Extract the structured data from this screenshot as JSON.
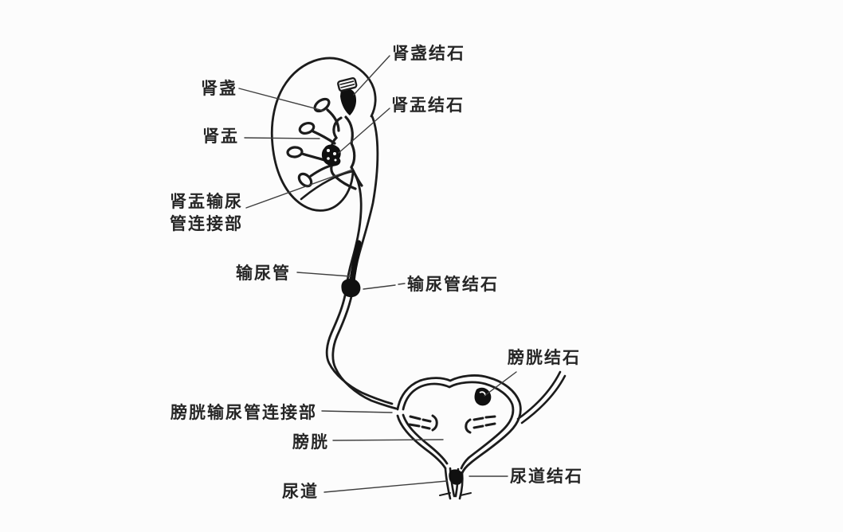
{
  "colors": {
    "background": "#fcfcfc",
    "ink": "#1c1c1c",
    "label_text": "#262626",
    "leader_line": "#3f3f3f",
    "stone_fill": "#101010"
  },
  "diagram_title": "",
  "labels": {
    "calyx_stone": "肾盏结石",
    "calyx": "肾盏",
    "pelvis_stone": "肾盂结石",
    "pelvis": "肾盂",
    "upj": "肾盂输尿\n管连接部",
    "ureter": "输尿管",
    "ureter_stone": "输尿管结石",
    "bladder_stone": "膀胱结石",
    "vuj": "膀胱输尿管连接部",
    "bladder": "膀胱",
    "urethra_stone": "尿道结石",
    "urethra": "尿道"
  }
}
